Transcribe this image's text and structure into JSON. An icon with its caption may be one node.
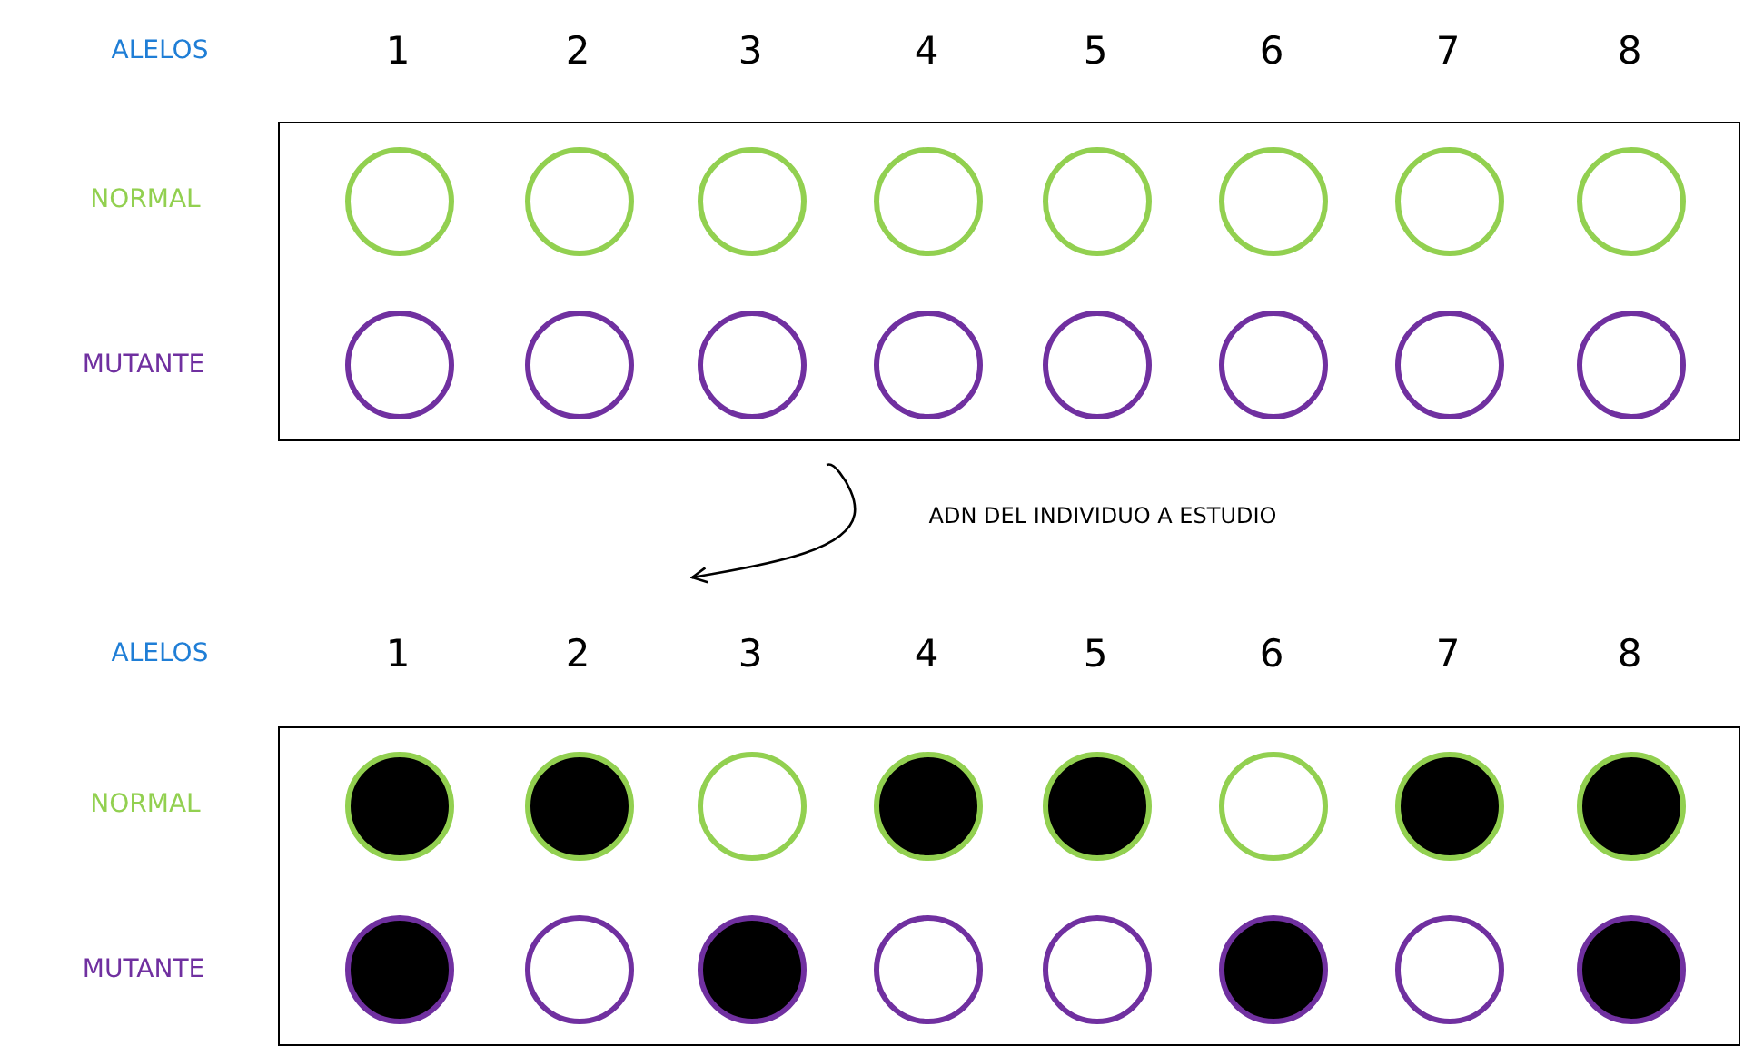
{
  "diagram": {
    "nodes": [
      {
        "text": [],
        "shape": "box"
      },
      {
        "text": [],
        "shape": "circle",
        "in": 0
      },
      {
        "text": [],
        "shape": "circle",
        "in": 0
      },
      {
        "text": [],
        "shape": "circle",
        "in": 0
      },
      {
        "text": [],
        "shape": "circle",
        "in": 0
      },
      {
        "text": [],
        "shape": "circle",
        "in": 0
      },
      {
        "text": [],
        "shape": "circle",
        "in": 0
      },
      {
        "text": [],
        "shape": "circle",
        "in": 0
      },
      {
        "text": [],
        "shape": "circle",
        "in": 0
      },
      {
        "text": [],
        "shape": "circle",
        "in": 0
      },
      {
        "text": [],
        "shape": "circle",
        "in": 0
      },
      {
        "text": [],
        "shape": "circle",
        "in": 0
      },
      {
        "text": [],
        "shape": "circle",
        "in": 0
      },
      {
        "text": [],
        "shape": "circle",
        "in": 0
      },
      {
        "text": [],
        "shape": "circle",
        "in": 0
      },
      {
        "text": [],
        "shape": "circle",
        "in": 0
      },
      {
        "text": [],
        "shape": "circle",
        "in": 0
      },
      {
        "text": [],
        "shape": "box"
      },
      {
        "text": [],
        "shape": "dot",
        "in": 17
      },
      {
        "text": [],
        "shape": "dot",
        "in": 17
      },
      {
        "text": [],
        "shape": "circle",
        "in": 17
      },
      {
        "text": [],
        "shape": "dot",
        "in": 17
      },
      {
        "text": [],
        "shape": "dot",
        "in": 17
      },
      {
        "text": [],
        "shape": "circle",
        "in": 17
      },
      {
        "text": [],
        "shape": "dot",
        "in": 17
      },
      {
        "text": [],
        "shape": "dot",
        "in": 17
      },
      {
        "text": [],
        "shape": "dot",
        "in": 17
      },
      {
        "text": [],
        "shape": "circle",
        "in": 17
      },
      {
        "text": [],
        "shape": "dot",
        "in": 17
      },
      {
        "text": [],
        "shape": "circle",
        "in": 17
      },
      {
        "text": [],
        "shape": "circle",
        "in": 17
      },
      {
        "text": [],
        "shape": "dot",
        "in": 17
      },
      {
        "text": [],
        "shape": "circle",
        "in": 17
      },
      {
        "text": [],
        "shape": "dot",
        "in": 17
      }
    ],
    "labels": [
      "ALELOS",
      "1",
      "2",
      "3",
      "4",
      "5",
      "6",
      "7",
      "8",
      "NORMAL",
      "MUTANTE",
      "ADN DEL INDIVIDUO A ESTUDIO",
      "ALELOS",
      "1",
      "2",
      "3",
      "4",
      "5",
      "6",
      "7",
      "8",
      "NORMAL",
      "MUTANTE"
    ]
  }
}
